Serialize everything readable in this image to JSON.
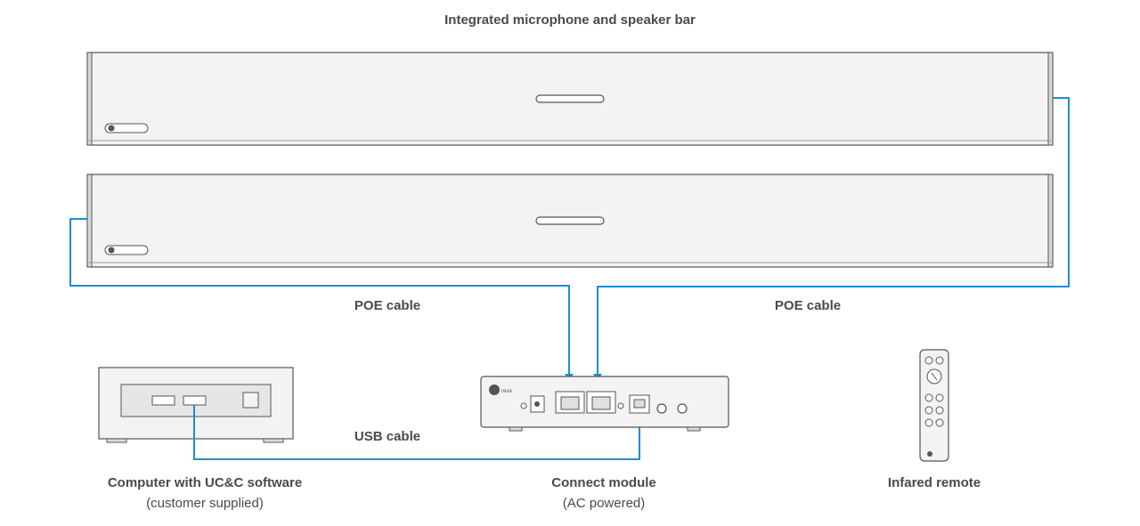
{
  "title": "Integrated microphone and speaker bar",
  "cables": {
    "poe_left": "POE cable",
    "poe_right": "POE cable",
    "usb": "USB cable"
  },
  "devices": {
    "computer": {
      "label": "Computer with UC&C software",
      "sublabel": "(customer supplied)"
    },
    "connect_module": {
      "label": "Connect module",
      "sublabel": "(AC powered)"
    },
    "remote": {
      "label": "Infared remote"
    }
  },
  "brand": "nureva",
  "colors": {
    "cable": "#1a8fd0",
    "outline": "#4a4a4a",
    "device_fill": "#f2f2f2"
  }
}
